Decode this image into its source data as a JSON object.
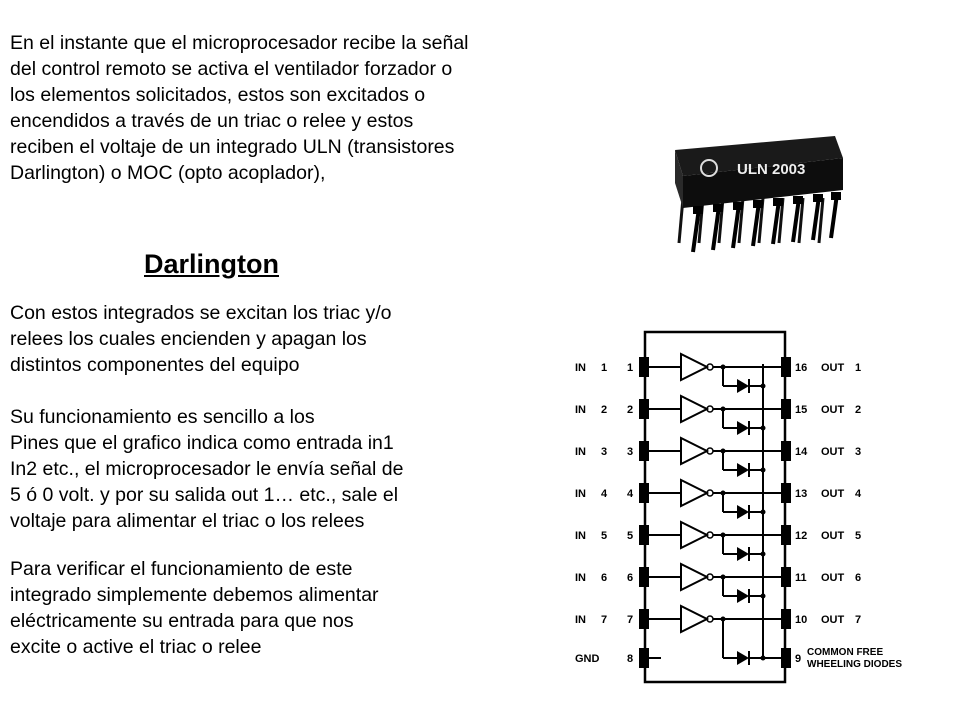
{
  "intro": {
    "lines": [
      "En el instante que el microprocesador recibe la señal",
      "del control remoto se activa el ventilador forzador o",
      "los elementos solicitados, estos son excitados o",
      "encendidos a través de un triac o relee y estos",
      "reciben el voltaje de un integrado ULN (transistores",
      "Darlington) o MOC (opto acoplador),"
    ]
  },
  "heading": "Darlington",
  "excitan": {
    "lines": [
      "Con estos integrados se excitan los triac y/o",
      "relees los cuales encienden y apagan los",
      "distintos componentes del equipo"
    ]
  },
  "funcionamiento": {
    "lines": [
      "Su funcionamiento es sencillo a los",
      "Pines que el grafico indica como entrada in1",
      "In2 etc., el microprocesador le envía señal de",
      "5 ó 0 volt. y por su salida out 1… etc., sale el",
      "voltaje para alimentar el triac o los relees"
    ]
  },
  "verificar": {
    "lines": [
      "Para verificar el funcionamiento de este",
      "integrado simplemente debemos alimentar",
      "eléctricamente su entrada para que nos",
      "excite o active el triac o relee"
    ]
  },
  "chip_image": {
    "label": "ULN 2003"
  },
  "pinout": {
    "inputs": [
      {
        "label": "IN",
        "num": "1",
        "pin": "1"
      },
      {
        "label": "IN",
        "num": "2",
        "pin": "2"
      },
      {
        "label": "IN",
        "num": "3",
        "pin": "3"
      },
      {
        "label": "IN",
        "num": "4",
        "pin": "4"
      },
      {
        "label": "IN",
        "num": "5",
        "pin": "5"
      },
      {
        "label": "IN",
        "num": "6",
        "pin": "6"
      },
      {
        "label": "IN",
        "num": "7",
        "pin": "7"
      }
    ],
    "outputs": [
      {
        "label": "OUT",
        "num": "1",
        "pin": "16"
      },
      {
        "label": "OUT",
        "num": "2",
        "pin": "15"
      },
      {
        "label": "OUT",
        "num": "3",
        "pin": "14"
      },
      {
        "label": "OUT",
        "num": "4",
        "pin": "13"
      },
      {
        "label": "OUT",
        "num": "5",
        "pin": "12"
      },
      {
        "label": "OUT",
        "num": "6",
        "pin": "11"
      },
      {
        "label": "OUT",
        "num": "7",
        "pin": "10"
      }
    ],
    "gnd": {
      "label": "GND",
      "pin": "8"
    },
    "common": {
      "pin": "9",
      "line1": "COMMON  FREE",
      "line2": "WHEELING DIODES"
    }
  }
}
